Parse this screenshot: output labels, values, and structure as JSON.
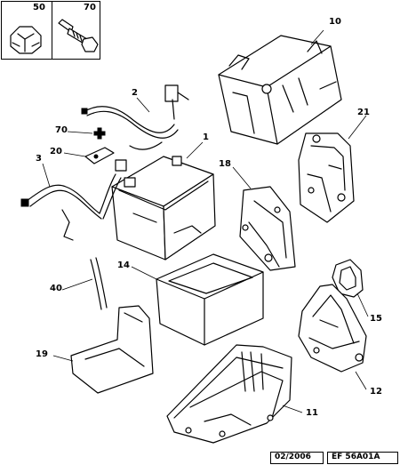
{
  "inset": {
    "left_ref": "50",
    "right_ref": "70"
  },
  "callouts": {
    "c1": "1",
    "c2": "2",
    "c3": "3",
    "c10": "10",
    "c11": "11",
    "c12": "12",
    "c14": "14",
    "c15": "15",
    "c18": "18",
    "c19": "19",
    "c20": "20",
    "c21": "21",
    "c40": "40",
    "c70": "70"
  },
  "footer": {
    "date": "02/2006",
    "ref": "EF 56A01A"
  }
}
